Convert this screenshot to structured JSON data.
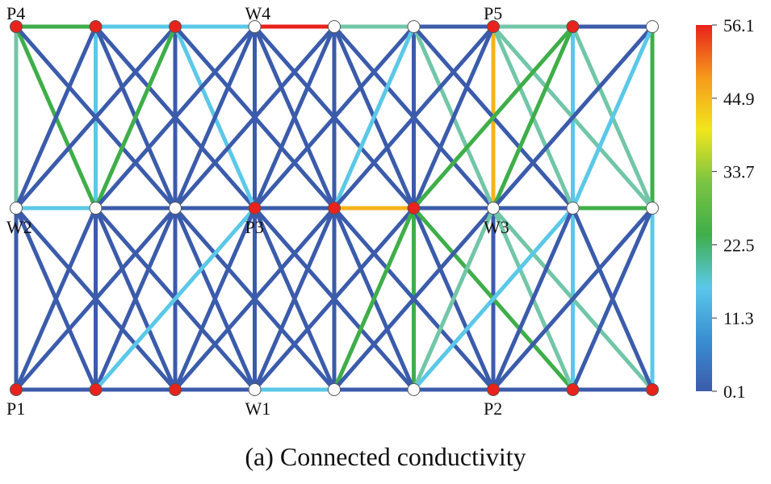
{
  "figure": {
    "caption": "(a) Connected conductivity"
  },
  "network": {
    "rows": [
      [
        "P4",
        "",
        "",
        "W4",
        "",
        "",
        "P5",
        "",
        ""
      ],
      [
        "W2",
        "",
        "",
        "P3",
        "",
        "",
        "W3",
        "",
        ""
      ],
      [
        "P1",
        "",
        "",
        "W1",
        "",
        "",
        "P2",
        "",
        ""
      ]
    ],
    "node_types": [
      [
        "P",
        "P",
        "P",
        "W",
        "W",
        "W",
        "P",
        "P",
        "W"
      ],
      [
        "W",
        "W",
        "W",
        "P",
        "P",
        "P",
        "W",
        "W",
        "W"
      ],
      [
        "P",
        "P",
        "P",
        "W",
        "W",
        "W",
        "P",
        "P",
        "P"
      ]
    ],
    "producer_color": "#e8221c",
    "injector_color": "#ffffff",
    "edges": [
      [
        0,
        0,
        0,
        1,
        "#3fae49"
      ],
      [
        0,
        1,
        0,
        2,
        "#5bc8e8"
      ],
      [
        0,
        2,
        0,
        3,
        "#5bc8e8"
      ],
      [
        0,
        3,
        0,
        4,
        "#e8221c"
      ],
      [
        0,
        4,
        0,
        5,
        "#72c6a8"
      ],
      [
        0,
        5,
        0,
        6,
        "#3b5bab"
      ],
      [
        0,
        6,
        0,
        7,
        "#72c6a8"
      ],
      [
        0,
        7,
        0,
        8,
        "#3b5bab"
      ],
      [
        1,
        0,
        1,
        1,
        "#5bc8e8"
      ],
      [
        1,
        1,
        1,
        2,
        "#3b5bab"
      ],
      [
        1,
        2,
        1,
        3,
        "#3b5bab"
      ],
      [
        1,
        3,
        1,
        4,
        "#3b5bab"
      ],
      [
        1,
        4,
        1,
        5,
        "#f5b41c"
      ],
      [
        1,
        5,
        1,
        6,
        "#3b5bab"
      ],
      [
        1,
        6,
        1,
        7,
        "#3b5bab"
      ],
      [
        1,
        7,
        1,
        8,
        "#3fae49"
      ],
      [
        2,
        0,
        2,
        1,
        "#3b5bab"
      ],
      [
        2,
        1,
        2,
        2,
        "#3b5bab"
      ],
      [
        2,
        2,
        2,
        3,
        "#3b5bab"
      ],
      [
        2,
        3,
        2,
        4,
        "#5bc8e8"
      ],
      [
        2,
        4,
        2,
        5,
        "#3b5bab"
      ],
      [
        2,
        5,
        2,
        6,
        "#3b5bab"
      ],
      [
        2,
        6,
        2,
        7,
        "#3b5bab"
      ],
      [
        2,
        7,
        2,
        8,
        "#3b5bab"
      ],
      [
        0,
        0,
        1,
        0,
        "#72c6a8"
      ],
      [
        0,
        1,
        1,
        1,
        "#5bc8e8"
      ],
      [
        0,
        2,
        1,
        2,
        "#3b5bab"
      ],
      [
        0,
        3,
        1,
        3,
        "#3b5bab"
      ],
      [
        0,
        4,
        1,
        4,
        "#3b5bab"
      ],
      [
        0,
        5,
        1,
        5,
        "#3b5bab"
      ],
      [
        0,
        6,
        1,
        6,
        "#f5b41c"
      ],
      [
        0,
        7,
        1,
        7,
        "#5bc8e8"
      ],
      [
        0,
        8,
        1,
        8,
        "#3fae49"
      ],
      [
        1,
        0,
        2,
        0,
        "#3b5bab"
      ],
      [
        1,
        1,
        2,
        1,
        "#3b5bab"
      ],
      [
        1,
        2,
        2,
        2,
        "#3b5bab"
      ],
      [
        1,
        3,
        2,
        3,
        "#3b5bab"
      ],
      [
        1,
        4,
        2,
        4,
        "#3b5bab"
      ],
      [
        1,
        5,
        2,
        5,
        "#3fae49"
      ],
      [
        1,
        6,
        2,
        6,
        "#3b5bab"
      ],
      [
        1,
        7,
        2,
        7,
        "#5bc8e8"
      ],
      [
        1,
        8,
        2,
        8,
        "#5bc8e8"
      ],
      [
        0,
        0,
        1,
        1,
        "#3fae49"
      ],
      [
        0,
        0,
        1,
        2,
        "#3b5bab"
      ],
      [
        0,
        1,
        1,
        0,
        "#3b5bab"
      ],
      [
        0,
        1,
        1,
        2,
        "#3b5bab"
      ],
      [
        0,
        1,
        1,
        3,
        "#3b5bab"
      ],
      [
        0,
        2,
        1,
        0,
        "#3b5bab"
      ],
      [
        0,
        2,
        1,
        1,
        "#3fae49"
      ],
      [
        0,
        2,
        1,
        3,
        "#5bc8e8"
      ],
      [
        0,
        2,
        1,
        4,
        "#3b5bab"
      ],
      [
        0,
        3,
        1,
        1,
        "#3b5bab"
      ],
      [
        0,
        3,
        1,
        2,
        "#3b5bab"
      ],
      [
        0,
        3,
        1,
        4,
        "#3b5bab"
      ],
      [
        0,
        3,
        1,
        5,
        "#3b5bab"
      ],
      [
        0,
        4,
        1,
        2,
        "#3b5bab"
      ],
      [
        0,
        4,
        1,
        3,
        "#3b5bab"
      ],
      [
        0,
        4,
        1,
        5,
        "#3b5bab"
      ],
      [
        0,
        4,
        1,
        6,
        "#3b5bab"
      ],
      [
        0,
        5,
        1,
        3,
        "#3b5bab"
      ],
      [
        0,
        5,
        1,
        4,
        "#5bc8e8"
      ],
      [
        0,
        5,
        1,
        6,
        "#72c6a8"
      ],
      [
        0,
        5,
        1,
        7,
        "#3b5bab"
      ],
      [
        0,
        6,
        1,
        4,
        "#3b5bab"
      ],
      [
        0,
        6,
        1,
        5,
        "#3b5bab"
      ],
      [
        0,
        6,
        1,
        7,
        "#72c6a8"
      ],
      [
        0,
        6,
        1,
        8,
        "#72c6a8"
      ],
      [
        0,
        7,
        1,
        5,
        "#3fae49"
      ],
      [
        0,
        7,
        1,
        6,
        "#3fae49"
      ],
      [
        0,
        7,
        1,
        8,
        "#72c6a8"
      ],
      [
        0,
        8,
        1,
        6,
        "#3b5bab"
      ],
      [
        0,
        8,
        1,
        7,
        "#5bc8e8"
      ],
      [
        1,
        0,
        2,
        1,
        "#3b5bab"
      ],
      [
        1,
        0,
        2,
        2,
        "#3b5bab"
      ],
      [
        1,
        1,
        2,
        0,
        "#3b5bab"
      ],
      [
        1,
        1,
        2,
        2,
        "#3b5bab"
      ],
      [
        1,
        1,
        2,
        3,
        "#3b5bab"
      ],
      [
        1,
        2,
        2,
        0,
        "#3b5bab"
      ],
      [
        1,
        2,
        2,
        1,
        "#3b5bab"
      ],
      [
        1,
        2,
        2,
        3,
        "#3b5bab"
      ],
      [
        1,
        2,
        2,
        4,
        "#3b5bab"
      ],
      [
        1,
        3,
        2,
        1,
        "#5bc8e8"
      ],
      [
        1,
        3,
        2,
        2,
        "#3b5bab"
      ],
      [
        1,
        3,
        2,
        4,
        "#3b5bab"
      ],
      [
        1,
        3,
        2,
        5,
        "#3b5bab"
      ],
      [
        1,
        4,
        2,
        2,
        "#3b5bab"
      ],
      [
        1,
        4,
        2,
        3,
        "#3b5bab"
      ],
      [
        1,
        4,
        2,
        5,
        "#3b5bab"
      ],
      [
        1,
        4,
        2,
        6,
        "#3b5bab"
      ],
      [
        1,
        5,
        2,
        3,
        "#3b5bab"
      ],
      [
        1,
        5,
        2,
        4,
        "#3fae49"
      ],
      [
        1,
        5,
        2,
        6,
        "#3b5bab"
      ],
      [
        1,
        5,
        2,
        7,
        "#3fae49"
      ],
      [
        1,
        6,
        2,
        4,
        "#3b5bab"
      ],
      [
        1,
        6,
        2,
        5,
        "#72c6a8"
      ],
      [
        1,
        6,
        2,
        7,
        "#72c6a8"
      ],
      [
        1,
        6,
        2,
        8,
        "#72c6a8"
      ],
      [
        1,
        7,
        2,
        5,
        "#5bc8e8"
      ],
      [
        1,
        7,
        2,
        6,
        "#3b5bab"
      ],
      [
        1,
        7,
        2,
        8,
        "#3b5bab"
      ],
      [
        1,
        8,
        2,
        6,
        "#3b5bab"
      ],
      [
        1,
        8,
        2,
        7,
        "#3b5bab"
      ]
    ]
  },
  "colorbar": {
    "ticks": [
      "56.1",
      "44.9",
      "33.7",
      "22.5",
      "11.3",
      "0.1"
    ],
    "gradient": [
      "#e8221c",
      "#f59a1c",
      "#f1e61c",
      "#7bc443",
      "#3fae49",
      "#5bc8e8",
      "#3a8fd3",
      "#3b5bab"
    ]
  }
}
